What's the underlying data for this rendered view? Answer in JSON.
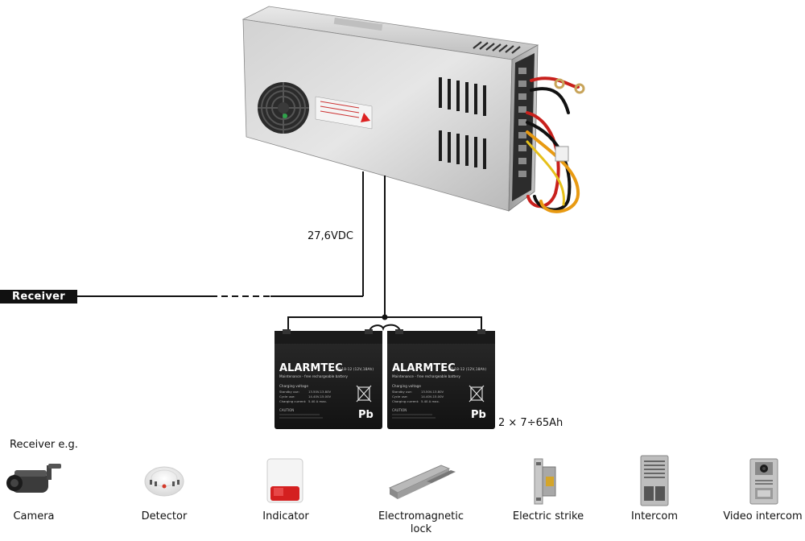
{
  "power_supply": {
    "output_voltage_label": "27,6VDC"
  },
  "receiver": {
    "tag_label": "Receiver",
    "examples_heading": "Receiver e.g."
  },
  "batteries": {
    "quantity_label": "2 × 7÷65Ah",
    "brand": "ALARMTEC",
    "model": "BP 18-12 (12V,18Ah)",
    "subtitle": "Maintenance - free rechargeable battery",
    "charging_heading": "Charging voltage",
    "specs": [
      {
        "name": "Standby use:",
        "value": "13.50V-13.80V"
      },
      {
        "name": "Cycle use:",
        "value": "14.40V-15.00V"
      },
      {
        "name": "Charging current:",
        "value": "5.40 A max."
      }
    ],
    "caution": "CAUTION",
    "pb_mark": "Pb"
  },
  "devices": [
    {
      "key": "camera",
      "icon": "camera-icon",
      "label": "Camera"
    },
    {
      "key": "detector",
      "icon": "detector-icon",
      "label": "Detector"
    },
    {
      "key": "indicator",
      "icon": "indicator-icon",
      "label": "Indicator"
    },
    {
      "key": "maglock",
      "icon": "electromagnetic-lock-icon",
      "label": "Electromagnetic lock"
    },
    {
      "key": "strike",
      "icon": "electric-strike-icon",
      "label": "Electric strike"
    },
    {
      "key": "intercom",
      "icon": "intercom-icon",
      "label": "Intercom"
    },
    {
      "key": "video",
      "icon": "video-intercom-icon",
      "label": "Video intercom"
    }
  ]
}
